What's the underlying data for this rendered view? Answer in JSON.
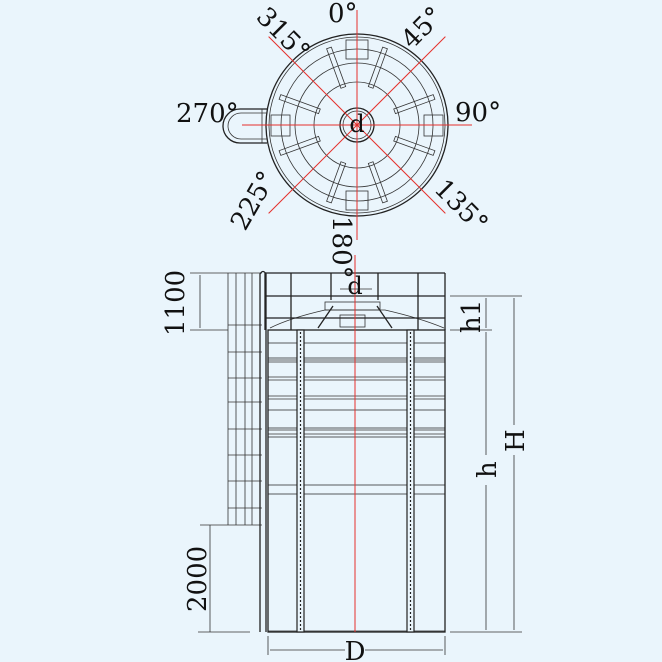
{
  "top_view": {
    "angles": [
      {
        "label": "0°",
        "deg": 0
      },
      {
        "label": "45°",
        "deg": 45
      },
      {
        "label": "90°",
        "deg": 90
      },
      {
        "label": "135°",
        "deg": 135
      },
      {
        "label": "180°",
        "deg": 180
      },
      {
        "label": "225°",
        "deg": 225
      },
      {
        "label": "270°",
        "deg": 270
      },
      {
        "label": "315°",
        "deg": 315
      }
    ],
    "inlet_label": "d"
  },
  "side_view": {
    "railing_height": "1100",
    "cage_bottom_height": "2000",
    "roof_height_label": "h1",
    "wall_height_label": "h",
    "total_height_label": "H",
    "diameter_label": "D",
    "inlet_label": "d"
  },
  "colors": {
    "background": "#eaf5fc",
    "centerline": "#e5302c",
    "line": "#222222"
  }
}
